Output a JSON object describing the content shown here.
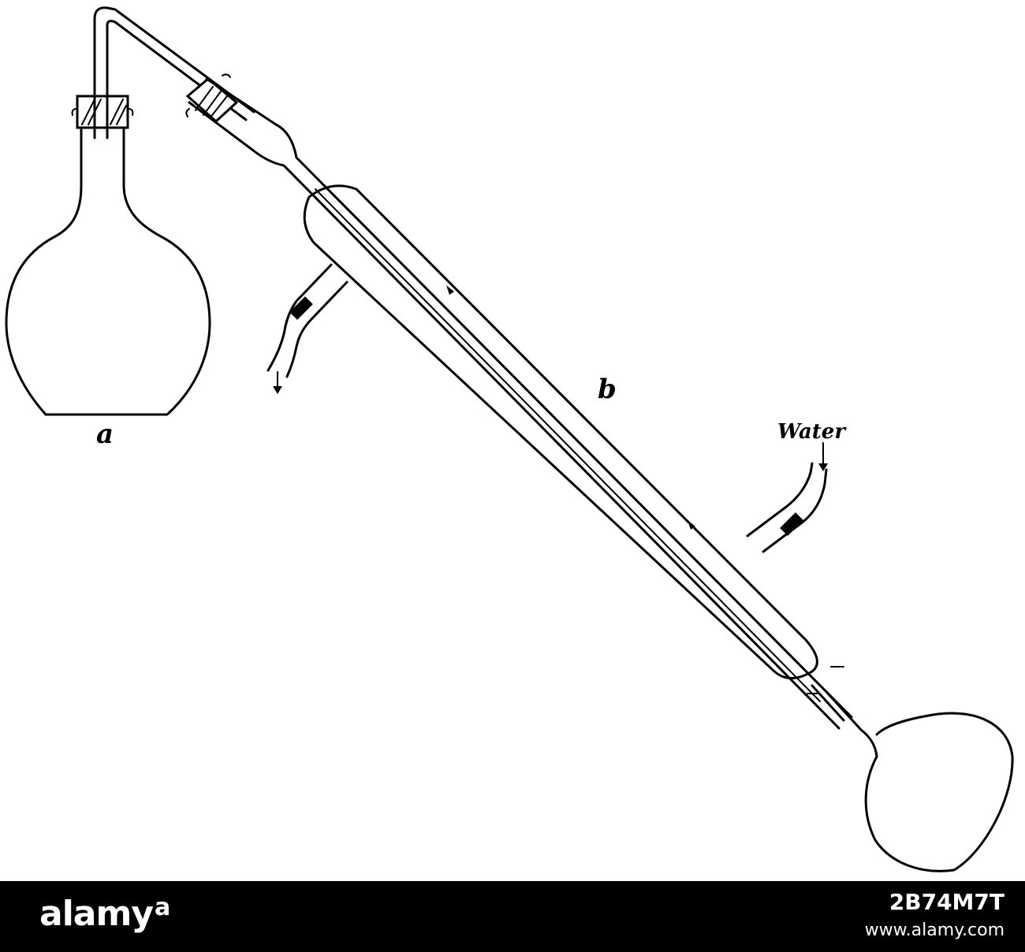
{
  "labels": {
    "flask_a": "a",
    "condenser_b": "b",
    "water": "Water"
  },
  "footer": {
    "brand": "alamy",
    "image_id": "2B74M7T",
    "url": "www.alamy.com"
  }
}
